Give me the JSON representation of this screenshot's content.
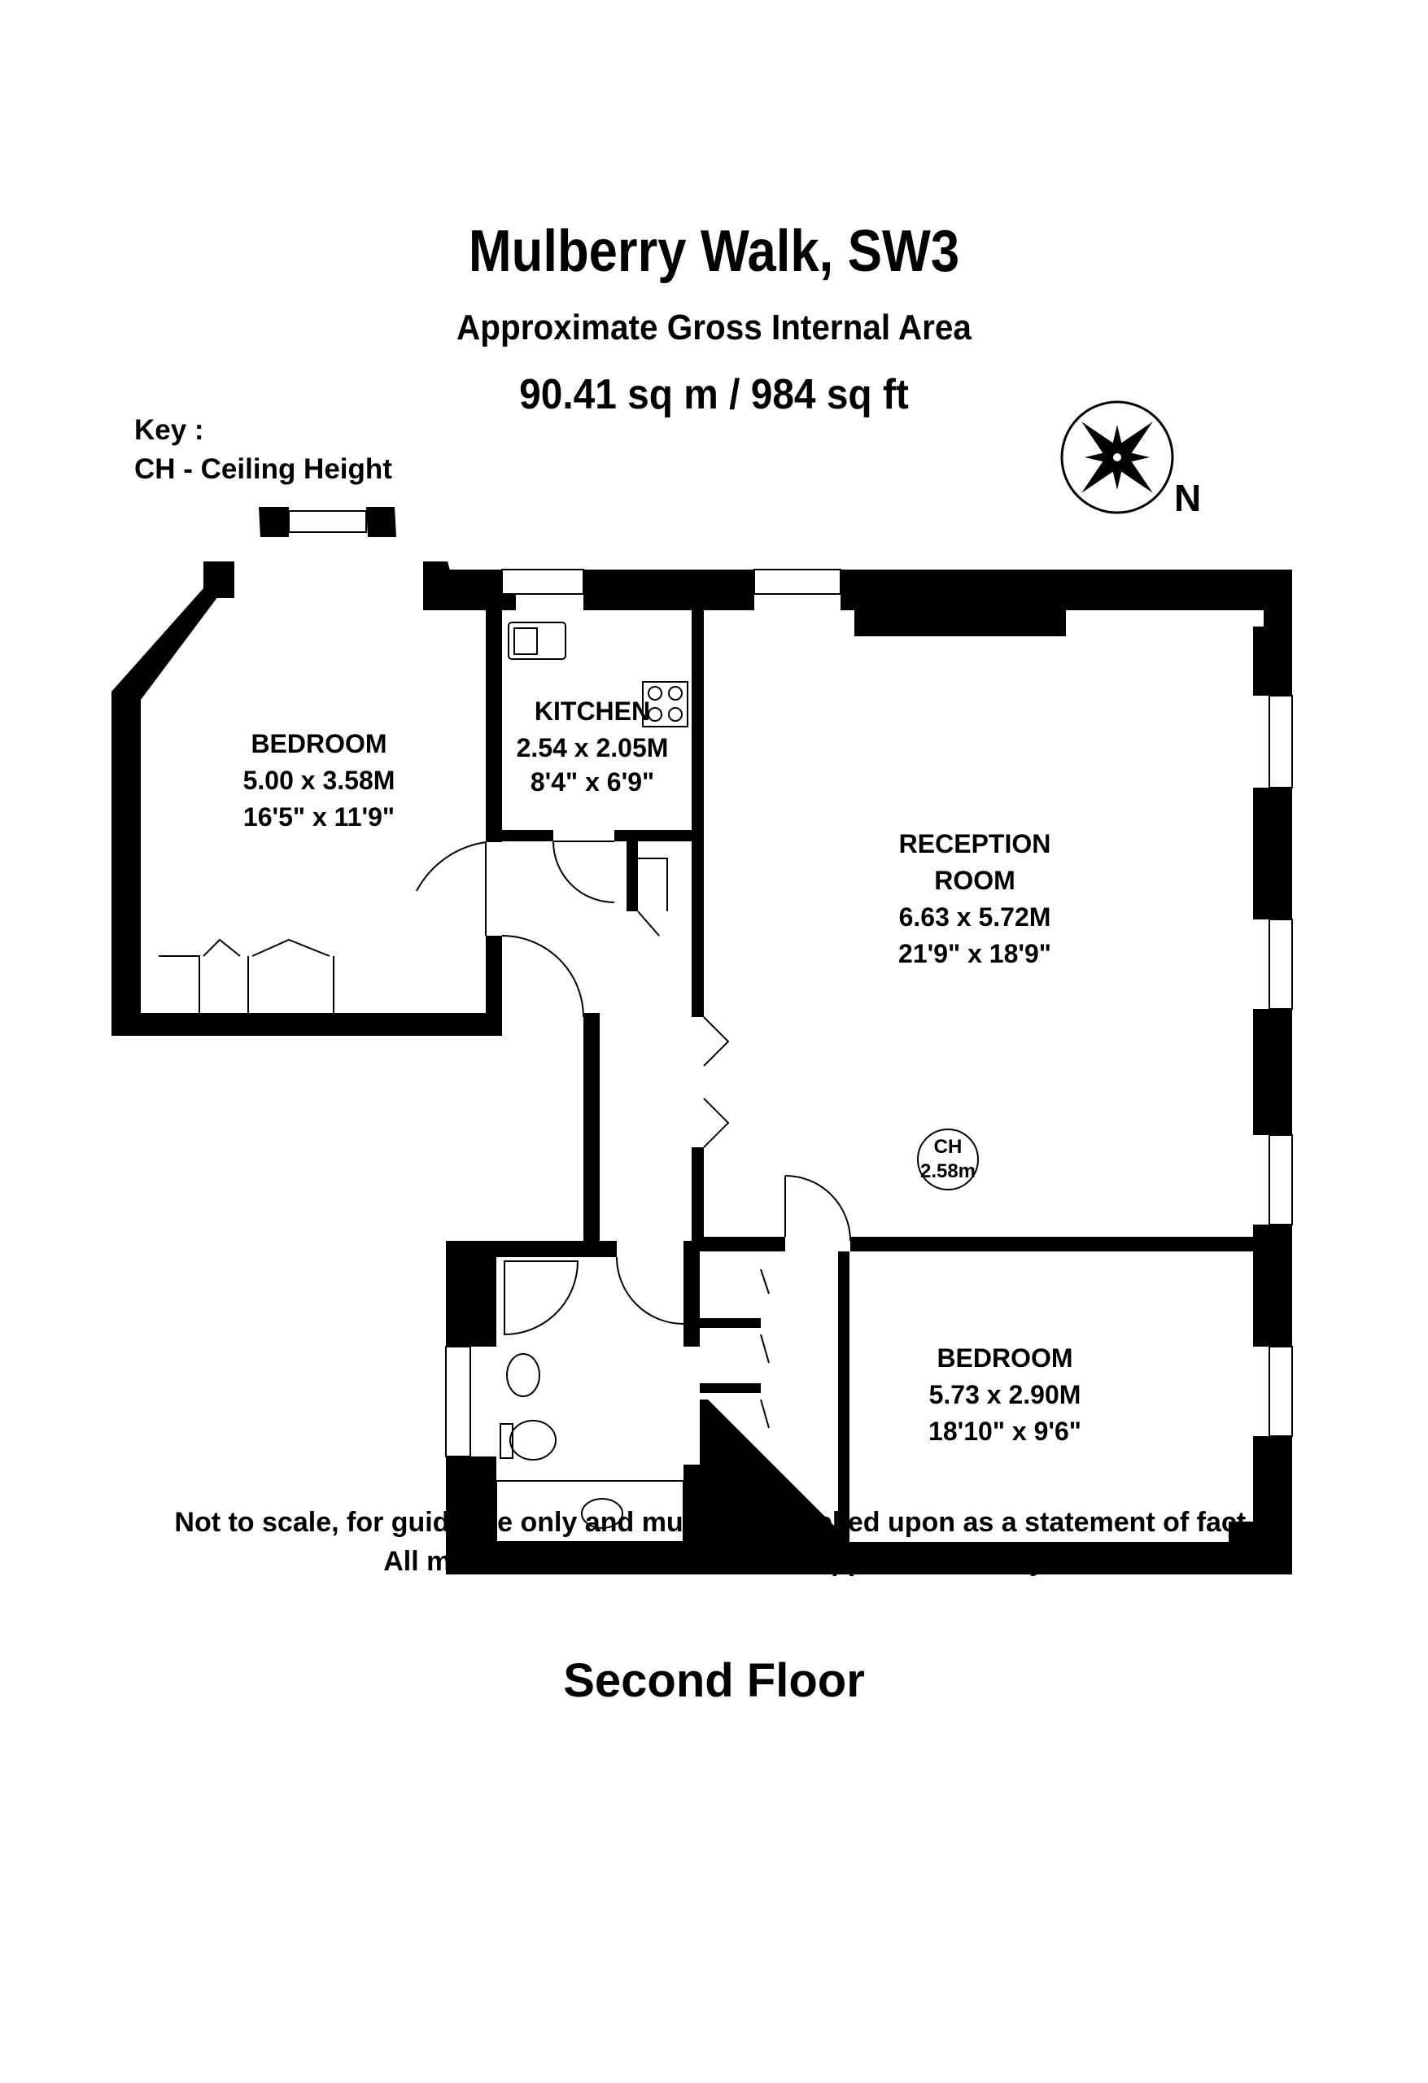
{
  "header": {
    "title": "Mulberry Walk, SW3",
    "subtitle": "Approximate Gross Internal Area",
    "area": "90.41 sq m / 984 sq ft"
  },
  "key": {
    "heading": "Key :",
    "entry": "CH - Ceiling Height"
  },
  "compass": {
    "label": "N"
  },
  "rooms": {
    "bedroom_1": {
      "name": "BEDROOM",
      "metric": "5.00 x 3.58M",
      "imperial": "16'5\" x 11'9\""
    },
    "kitchen": {
      "name": "KITCHEN",
      "metric": "2.54 x 2.05M",
      "imperial": "8'4\" x 6'9\""
    },
    "reception": {
      "name_line1": "RECEPTION",
      "name_line2": "ROOM",
      "metric": "6.63 x 5.72M",
      "imperial": "21'9\" x 18'9\""
    },
    "bedroom_2": {
      "name": "BEDROOM",
      "metric": "5.73 x 2.90M",
      "imperial": "18'10\" x 9'6\""
    }
  },
  "ceiling_height": {
    "label": "CH",
    "value": "2.58m"
  },
  "floor": {
    "label": "Second Floor"
  },
  "disclaimer": {
    "line1": "Not to scale, for guidance only and must not be relied upon as a statement of fact.",
    "line2": "All measurements and areas are approximate only"
  }
}
